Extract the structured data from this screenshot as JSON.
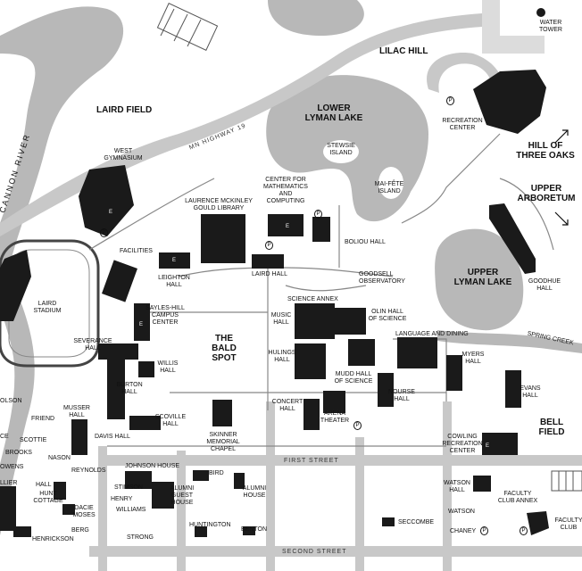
{
  "map": {
    "areas": {
      "laird_field": "LAIRD FIELD",
      "lilac_hill": "LILAC HILL",
      "lower_lyman_lake": "LOWER\nLYMAN LAKE",
      "upper_lyman_lake": "UPPER\nLYMAN LAKE",
      "hill_of_three_oaks": "HILL OF\nTHREE OAKS",
      "upper_arboretum": "UPPER\nARBORETUM",
      "bald_spot": "THE\nBALD\nSPOT",
      "bell_field": "BELL\nFIELD",
      "stewsie_island": "STEWSIE\nISLAND",
      "mai_fete_island": "MAI-FÊTE\nISLAND"
    },
    "water": {
      "cannon_river": "CANNON RIVER",
      "spring_creek": "SPRING CREEK"
    },
    "roads": {
      "highway": "MN HIGHWAY 19",
      "first_street": "FIRST STREET",
      "second_street": "SECOND STREET"
    },
    "buildings": {
      "water_tower": "WATER\nTOWER",
      "recreation_center": "RECREATION\nCENTER",
      "west_gymnasium": "WEST\nGYMNASIUM",
      "laird_stadium": "LAIRD\nSTADIUM",
      "cmc": "CENTER FOR\nMATHEMATICS\nAND\nCOMPUTING",
      "gould_library": "LAURENCE MCKINLEY\nGOULD LIBRARY",
      "boliou_hall": "BOLIOU HALL",
      "goodhue_hall": "GOODHUE\nHALL",
      "facilities": "FACILITIES",
      "leighton_hall": "LEIGHTON\nHALL",
      "laird_hall": "LAIRD HALL",
      "goodsell_observatory": "GOODSELL\nOBSERVATORY",
      "science_annex": "SCIENCE ANNEX",
      "sayles_hill": "SAYLES-HILL\nCAMPUS\nCENTER",
      "music_hall": "MUSIC\nHALL",
      "olin_hall": "OLIN HALL\nOF SCIENCE",
      "language_dining": "LANGUAGE AND DINING",
      "severance_hall": "SEVERANCE\nHALL",
      "willis_hall": "WILLIS\nHALL",
      "hulings_hall": "HULINGS\nHALL",
      "mudd_hall": "MUDD HALL\nOF SCIENCE",
      "myers_hall": "MYERS\nHALL",
      "nourse_hall": "NOURSE\nHALL",
      "evans_hall": "EVANS\nHALL",
      "burton_hall": "BURTON\nHALL",
      "concert_hall": "CONCERT\nHALL",
      "arena_theater": "ARENA\nTHEATER",
      "olson": "OLSON",
      "musser_hall": "MUSSER\nHALL",
      "friend": "FRIEND",
      "davis_hall": "DAVIS HALL",
      "scoville_hall": "SCOVILLE\nHALL",
      "skinner_chapel": "SKINNER\nMEMORIAL\nCHAPEL",
      "cowling": "COWLING\nRECREATION\nCENTER",
      "scottie": "SCOTTIE",
      "brooks": "BROOKS",
      "nason": "NASON",
      "owens": "OWENS",
      "reynolds": "REYNOLDS",
      "johnson_house": "JOHNSON HOUSE",
      "bird": "BIRD",
      "hall_house": "HALL",
      "stimson": "STIMSON",
      "alumni_guest_house": "ALUMNI\nGUEST\nHOUSE",
      "alumni_house": "ALUMNI\nHOUSE",
      "collier": "LLIER",
      "hunt_cottage": "HUNT\nCOTTAGE",
      "henry": "HENRY",
      "watson_hall": "WATSON\nHALL",
      "faculty_club_annex": "FACULTY\nCLUB ANNEX",
      "dacie_moses": "DACIE\nMOSES",
      "williams": "WILLIAMS",
      "watson": "WATSON",
      "faculty_club": "FACULTY\nCLUB",
      "huntington": "HUNTINGTON",
      "seccombe": "SECCOMBE",
      "benton": "BENTON",
      "berg": "BERG",
      "strong": "STRONG",
      "chaney": "CHANEY",
      "henrickson": "HENRICKSON",
      "ce": "CE"
    },
    "markers": {
      "parking": "P",
      "entrance": "E"
    },
    "colors": {
      "building": "#1a1a1a",
      "water": "#b8b8b8",
      "road": "#c8c8c8",
      "path": "#888888",
      "background": "#ffffff"
    }
  }
}
